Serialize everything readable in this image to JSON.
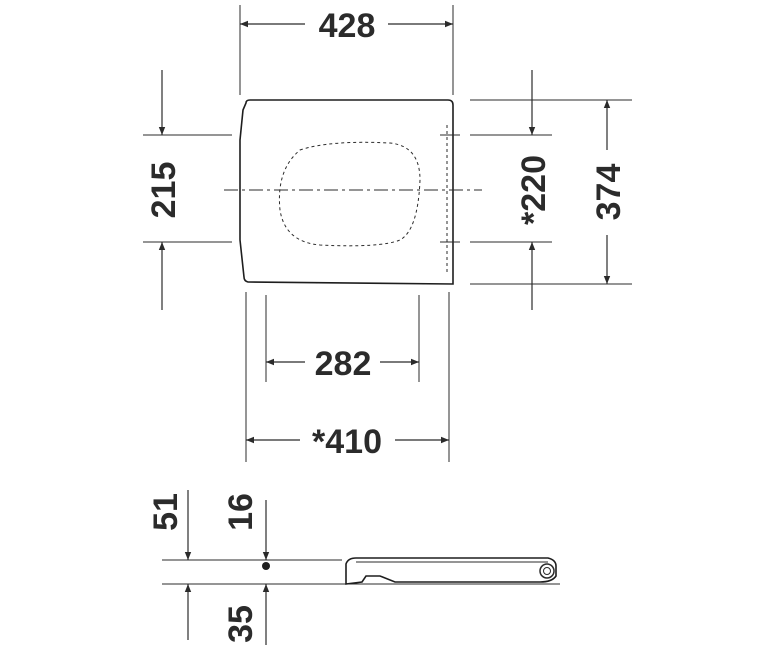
{
  "dimensions": {
    "overall_width_top": "428",
    "depth_left": "215",
    "depth_fixing": "*220",
    "overall_depth": "374",
    "inner_width": "282",
    "fixing_width": "*410",
    "profile_total_height": "51",
    "profile_lid_offset": "16",
    "profile_seat_height": "35"
  },
  "colors": {
    "line": "#2b2b2b",
    "background": "#ffffff"
  }
}
